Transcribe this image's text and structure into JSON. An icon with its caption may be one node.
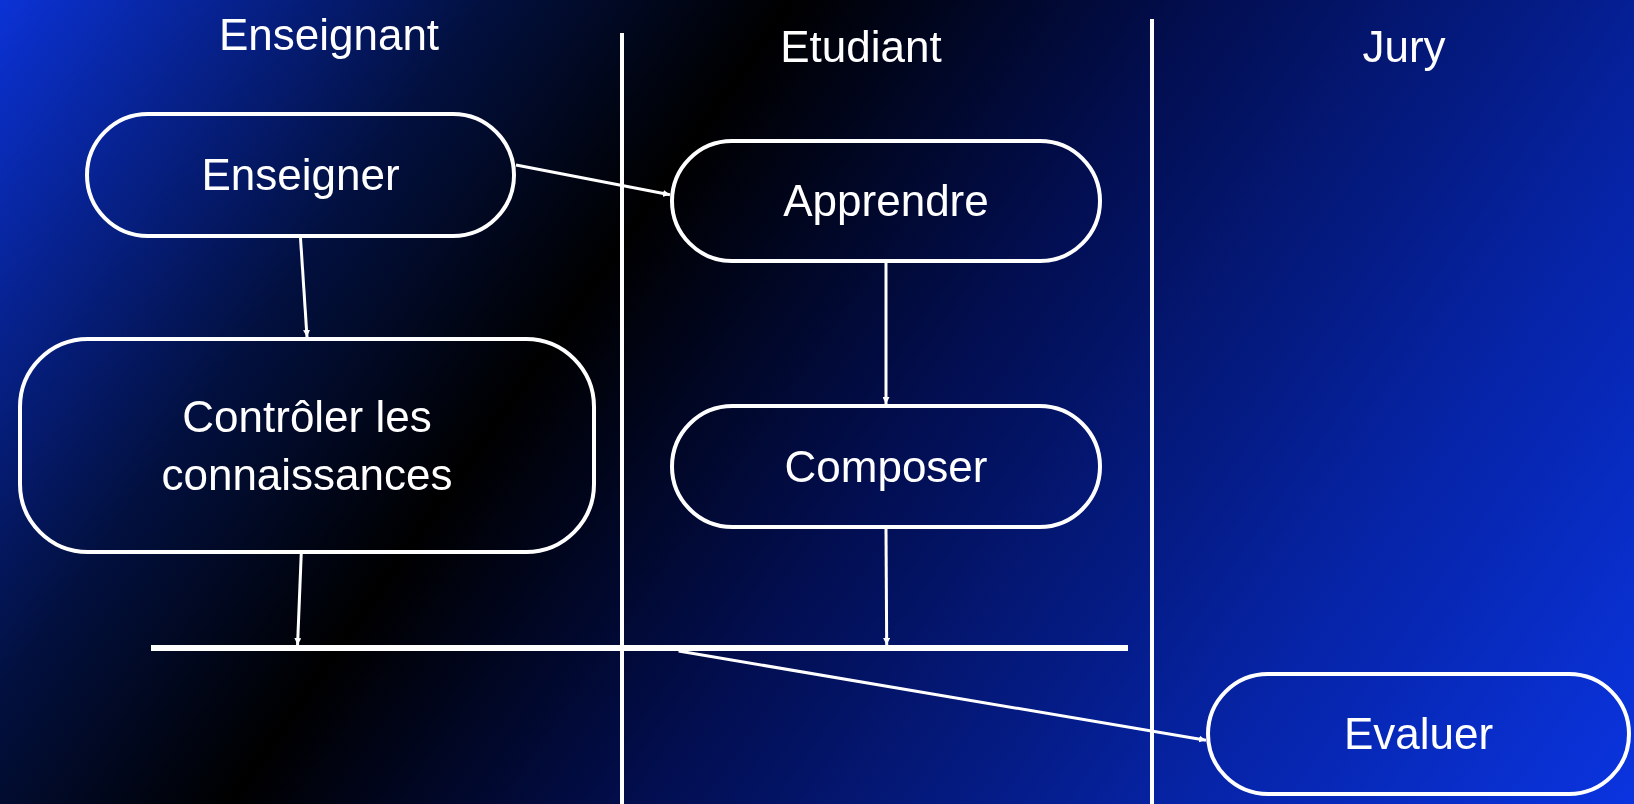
{
  "diagram": {
    "nodes": [
      {
        "text": [
          "Enseigner"
        ]
      },
      {
        "text": [
          "Apprendre"
        ]
      },
      {
        "text": [
          "Contrôler les connaissances"
        ]
      },
      {
        "text": [
          "Composer"
        ]
      },
      {
        "text": [],
        "shape": "bar"
      },
      {
        "text": [
          "Evaluer"
        ]
      }
    ],
    "edges": [
      {
        "from": 0,
        "to": 1,
        "arrow": "to"
      },
      {
        "from": 0,
        "to": 2,
        "arrow": "to"
      },
      {
        "from": 1,
        "to": 3,
        "arrow": "to"
      },
      {
        "from": 2,
        "to": 4,
        "arrow": "to"
      },
      {
        "from": 3,
        "to": 4,
        "arrow": "to"
      },
      {
        "from": 4,
        "to": 5,
        "arrow": "to"
      }
    ],
    "labels": [
      "Enseignant",
      "Etudiant",
      "Jury"
    ]
  }
}
